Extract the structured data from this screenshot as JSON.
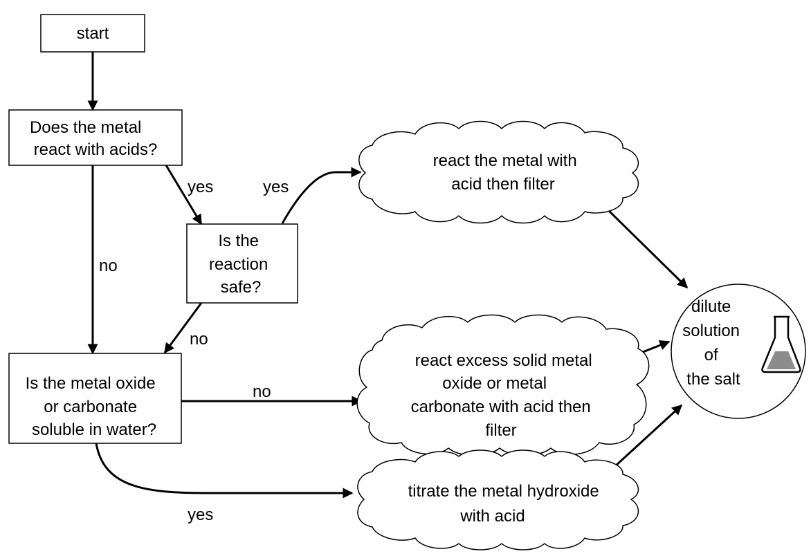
{
  "nodes": {
    "start": {
      "lines": [
        "start"
      ]
    },
    "metal_react": {
      "lines": [
        "Does the metal",
        "react with acids?"
      ]
    },
    "reaction_safe": {
      "lines": [
        "Is the",
        "reaction",
        "safe?"
      ]
    },
    "oxide_soluble": {
      "lines": [
        "Is the metal oxide",
        "or carbonate",
        "soluble in water?"
      ]
    },
    "react_metal": {
      "lines": [
        "react the metal with",
        "acid then filter"
      ]
    },
    "react_excess": {
      "lines": [
        "react excess solid metal",
        "oxide or metal",
        "carbonate with acid then",
        "filter"
      ]
    },
    "titrate": {
      "lines": [
        "titrate the metal hydroxide",
        "with acid"
      ]
    },
    "dilute": {
      "lines": [
        "dilute",
        "solution",
        "of",
        "the salt"
      ]
    }
  },
  "edge_labels": {
    "yes_to_safe": "yes",
    "yes_to_react_metal": "yes",
    "no_to_oxide": "no",
    "no_from_safe": "no",
    "no_to_excess": "no",
    "yes_to_titrate": "yes"
  },
  "icons": {
    "flask": "conical-flask-icon"
  }
}
